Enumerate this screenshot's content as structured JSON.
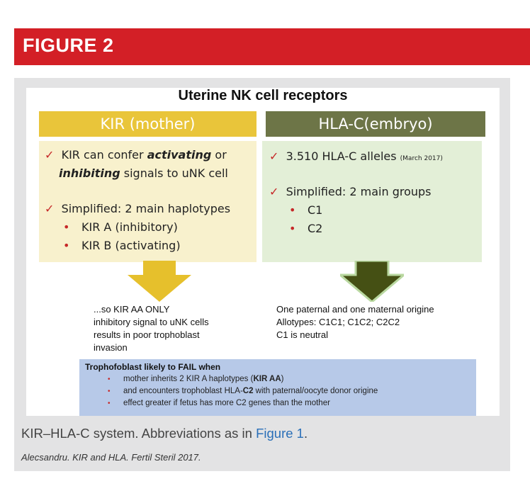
{
  "header": {
    "title": "FIGURE 2"
  },
  "slide": {
    "title": "Uterine NK cell receptors",
    "kir": {
      "heading": "KIR (mother)",
      "line1_pre": "KIR can confer ",
      "line1_em": "activating",
      "line1_post": " or",
      "line2_em": "inhibiting",
      "line2_post": " signals to uNK cell",
      "simplified": "Simplified: 2 main haplotypes",
      "items": [
        "KIR A (inhibitory)",
        "KIR B  (activating)"
      ],
      "color": "#e9c53a"
    },
    "hla": {
      "heading": "HLA-C(embryo)",
      "alleles": "3.510 HLA-C alleles ",
      "alleles_note": "(March 2017)",
      "simplified": "Simplified: 2 main groups",
      "items": [
        "C1",
        "C2"
      ],
      "color": "#6d7547"
    },
    "kir_note": [
      "...so KIR AA ONLY",
      "inhibitory signal to uNK cells",
      "results in poor trophoblast",
      "invasion"
    ],
    "hla_note": [
      "One paternal and one maternal origine",
      "Allotypes: C1C1; C1C2; C2C2",
      "C1 is neutral"
    ],
    "footbox": {
      "title": "Trophofoblast likely to FAIL when",
      "item1_pre": "mother inherits 2 KIR A haplotypes (",
      "item1_bold": "KIR AA",
      "item1_post": ")",
      "item2_pre": "and encounters trophoblast HLA-",
      "item2_bold": "C2",
      "item2_post": " with paternal/oocyte donor origine",
      "item3": "effect greater if  fetus has more C2 genes than the mother"
    }
  },
  "caption": {
    "text": "KIR–HLA-C system. Abbreviations as in ",
    "link": "Figure 1",
    "end": "."
  },
  "citation": "Alecsandru. KIR and HLA. Fertil Steril 2017.",
  "colors": {
    "brand_red": "#d31f26",
    "link_blue": "#2a6fb8"
  }
}
